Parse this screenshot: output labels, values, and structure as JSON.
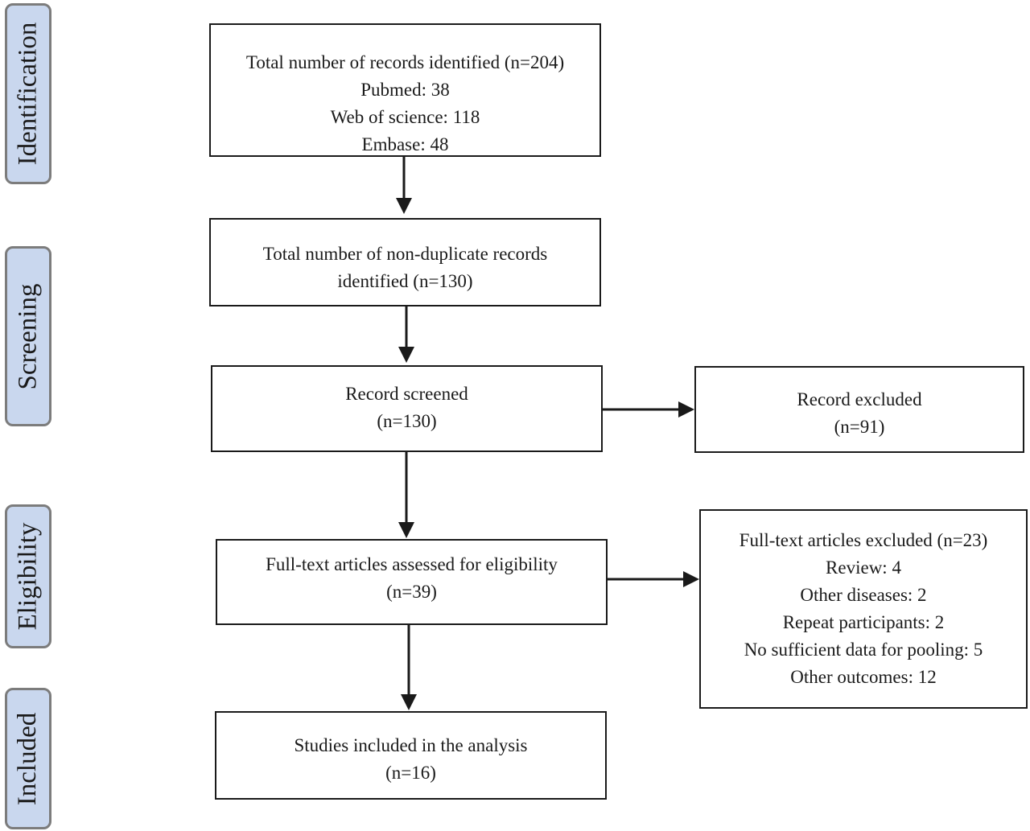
{
  "stages": {
    "identification": "Identification",
    "screening": "Screening",
    "eligibility": "Eligibility",
    "included": "Included"
  },
  "boxes": {
    "identified": {
      "title": "Total number of records identified (n=204)",
      "sources": [
        "Pubmed: 38",
        "Web of science: 118",
        "Embase: 48"
      ]
    },
    "non_duplicate": {
      "line1": "Total number of non-duplicate records",
      "line2": "identified (n=130)"
    },
    "screened": {
      "title": "Record screened",
      "count": "(n=130)"
    },
    "excluded_records": {
      "title": "Record excluded",
      "count": "(n=91)"
    },
    "full_text": {
      "title": "Full-text articles assessed for eligibility",
      "count": "(n=39)"
    },
    "full_text_excluded": {
      "title": "Full-text articles excluded (n=23)",
      "reasons": [
        "Review: 4",
        "Other diseases: 2",
        "Repeat participants: 2",
        "No sufficient data for pooling: 5",
        "Other outcomes: 12"
      ]
    },
    "included": {
      "title": "Studies included in the analysis",
      "count": "(n=16)"
    }
  }
}
